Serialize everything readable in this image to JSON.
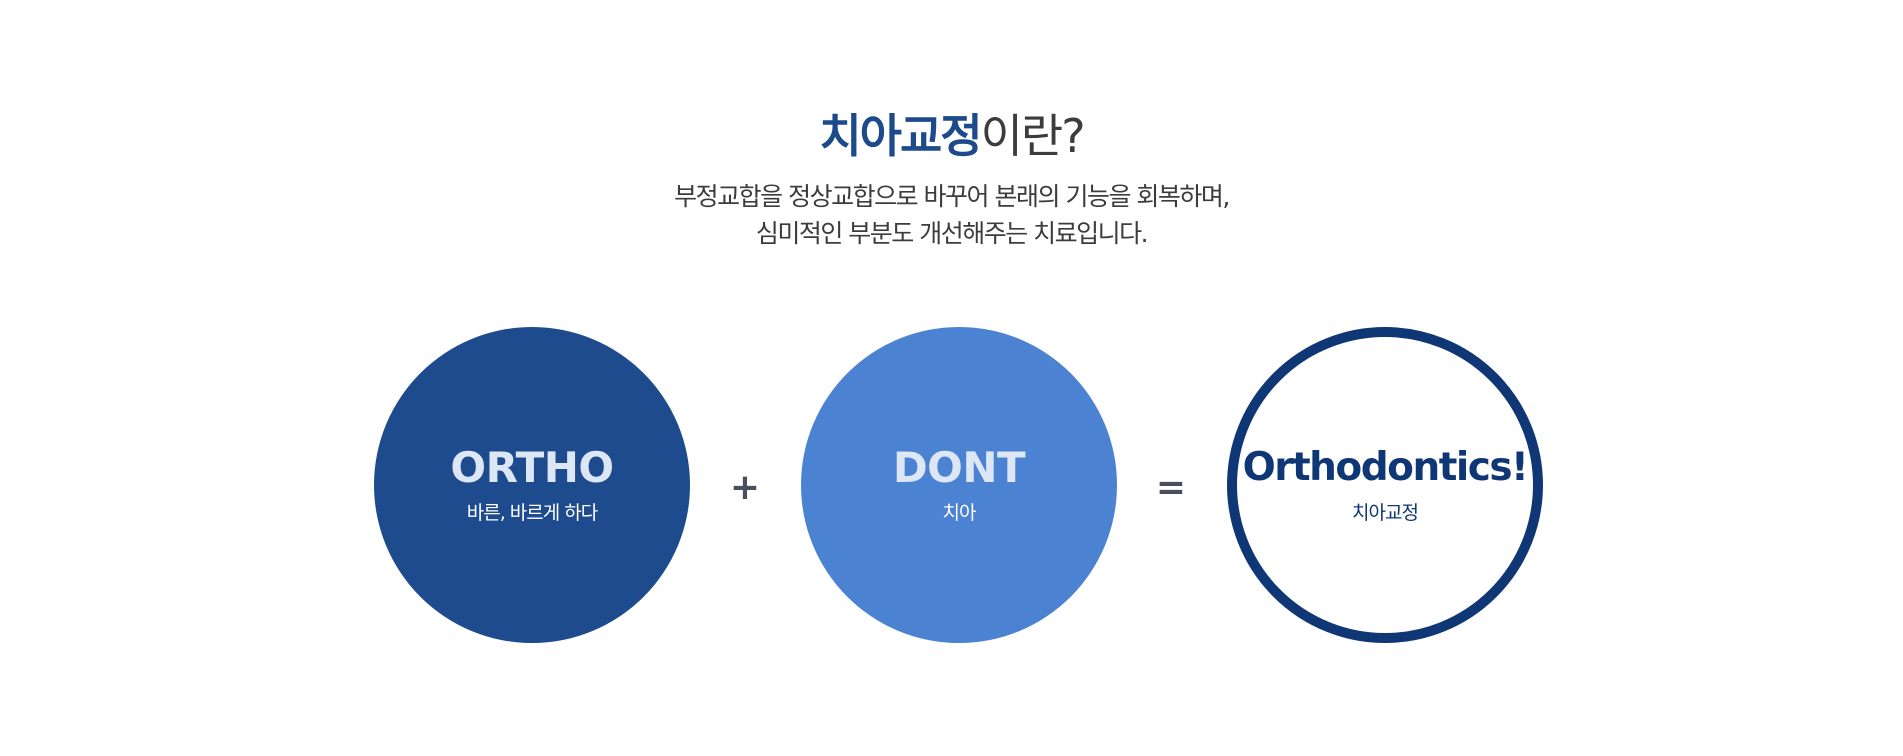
{
  "heading": {
    "accent": "치아교정",
    "rest": "이란?"
  },
  "description": {
    "line1": "부정교합을 정상교합으로 바꾸어 본래의 기능을 회복하며,",
    "line2": "심미적인 부분도 개선해주는 치료입니다."
  },
  "equation": {
    "term1": {
      "word": "ORTHO",
      "meaning": "바른, 바르게 하다"
    },
    "plus": "+",
    "term2": {
      "word": "DONT",
      "meaning": "치아"
    },
    "equals": "=",
    "result": {
      "word": "Orthodontics!",
      "meaning": "치아교정"
    }
  },
  "colors": {
    "accent": "#1c4a8b",
    "circle_dark": "#1d4b8d",
    "circle_light": "#4b82d2",
    "circle_outline": "#0f3775",
    "text": "#3c3c3c"
  }
}
